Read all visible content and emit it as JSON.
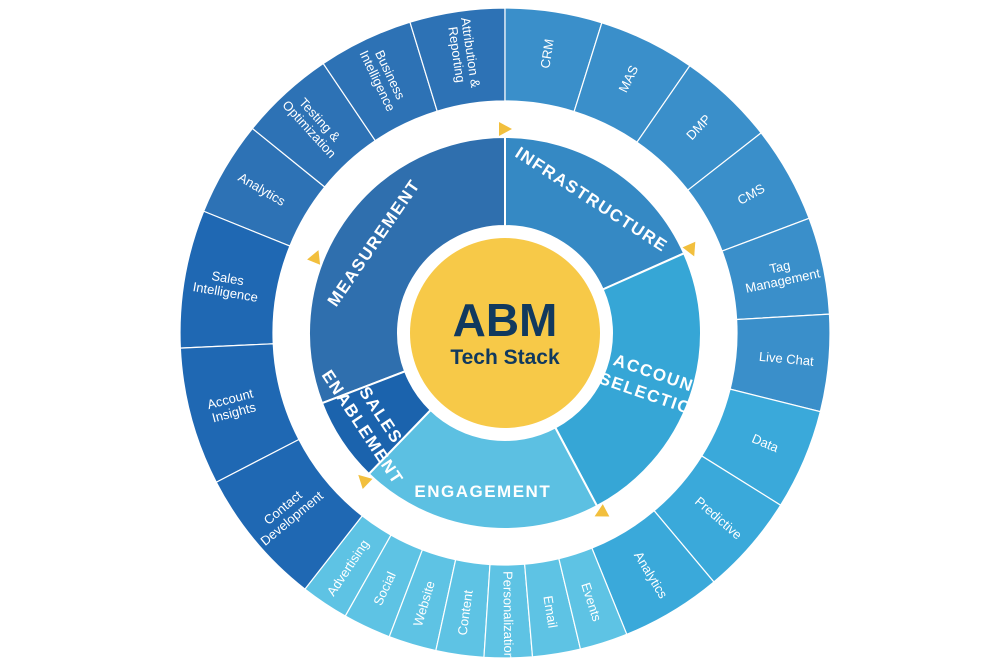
{
  "center": {
    "title": "ABM",
    "subtitle": "Tech Stack",
    "color": "#f7c948",
    "text_color": "#11395e"
  },
  "ring_color": "#ffffff",
  "marker_color": "#f2bf3d",
  "categories": [
    {
      "id": "measurement",
      "lines": [
        "MEASUREMENT"
      ],
      "inner_color": "#2f6fae",
      "outer_color": "#2d72b5",
      "tools": [
        {
          "lines": [
            "Analytics"
          ]
        },
        {
          "lines": [
            "Testing &",
            "Optimization"
          ]
        },
        {
          "lines": [
            "Business",
            "Intelligence"
          ]
        },
        {
          "lines": [
            "Attribution &",
            "Reporting"
          ]
        }
      ]
    },
    {
      "id": "infrastructure",
      "lines": [
        "INFRASTRUCTURE"
      ],
      "inner_color": "#3589c4",
      "outer_color": "#3a8fca",
      "tools": [
        {
          "lines": [
            "CRM"
          ]
        },
        {
          "lines": [
            "MAS"
          ]
        },
        {
          "lines": [
            "DMP"
          ]
        },
        {
          "lines": [
            "CMS"
          ]
        },
        {
          "lines": [
            "Tag",
            "Management"
          ]
        },
        {
          "lines": [
            "Live Chat"
          ]
        }
      ]
    },
    {
      "id": "account-selection",
      "lines": [
        "ACCOUNT",
        "SELECTION"
      ],
      "inner_color": "#36a6d6",
      "outer_color": "#3aa9da",
      "tools": [
        {
          "lines": [
            "Data"
          ]
        },
        {
          "lines": [
            "Predictive"
          ]
        },
        {
          "lines": [
            "Analytics"
          ]
        }
      ]
    },
    {
      "id": "engagement",
      "lines": [
        "ENGAGEMENT"
      ],
      "inner_color": "#5cc0e2",
      "outer_color": "#5ec3e4",
      "tools": [
        {
          "lines": [
            "Advertising"
          ]
        },
        {
          "lines": [
            "Social"
          ]
        },
        {
          "lines": [
            "Website"
          ]
        },
        {
          "lines": [
            "Content"
          ]
        },
        {
          "lines": [
            "Personalization"
          ]
        },
        {
          "lines": [
            "Email"
          ]
        },
        {
          "lines": [
            "Events"
          ]
        }
      ]
    },
    {
      "id": "sales-enablement",
      "lines": [
        "SALES",
        "ENABLEMENT"
      ],
      "inner_color": "#1b63ad",
      "outer_color": "#1f68b3",
      "tools": [
        {
          "lines": [
            "Sales",
            "Intelligence"
          ]
        },
        {
          "lines": [
            "Account",
            "Insights"
          ]
        },
        {
          "lines": [
            "Contact",
            "Development"
          ]
        }
      ]
    }
  ]
}
